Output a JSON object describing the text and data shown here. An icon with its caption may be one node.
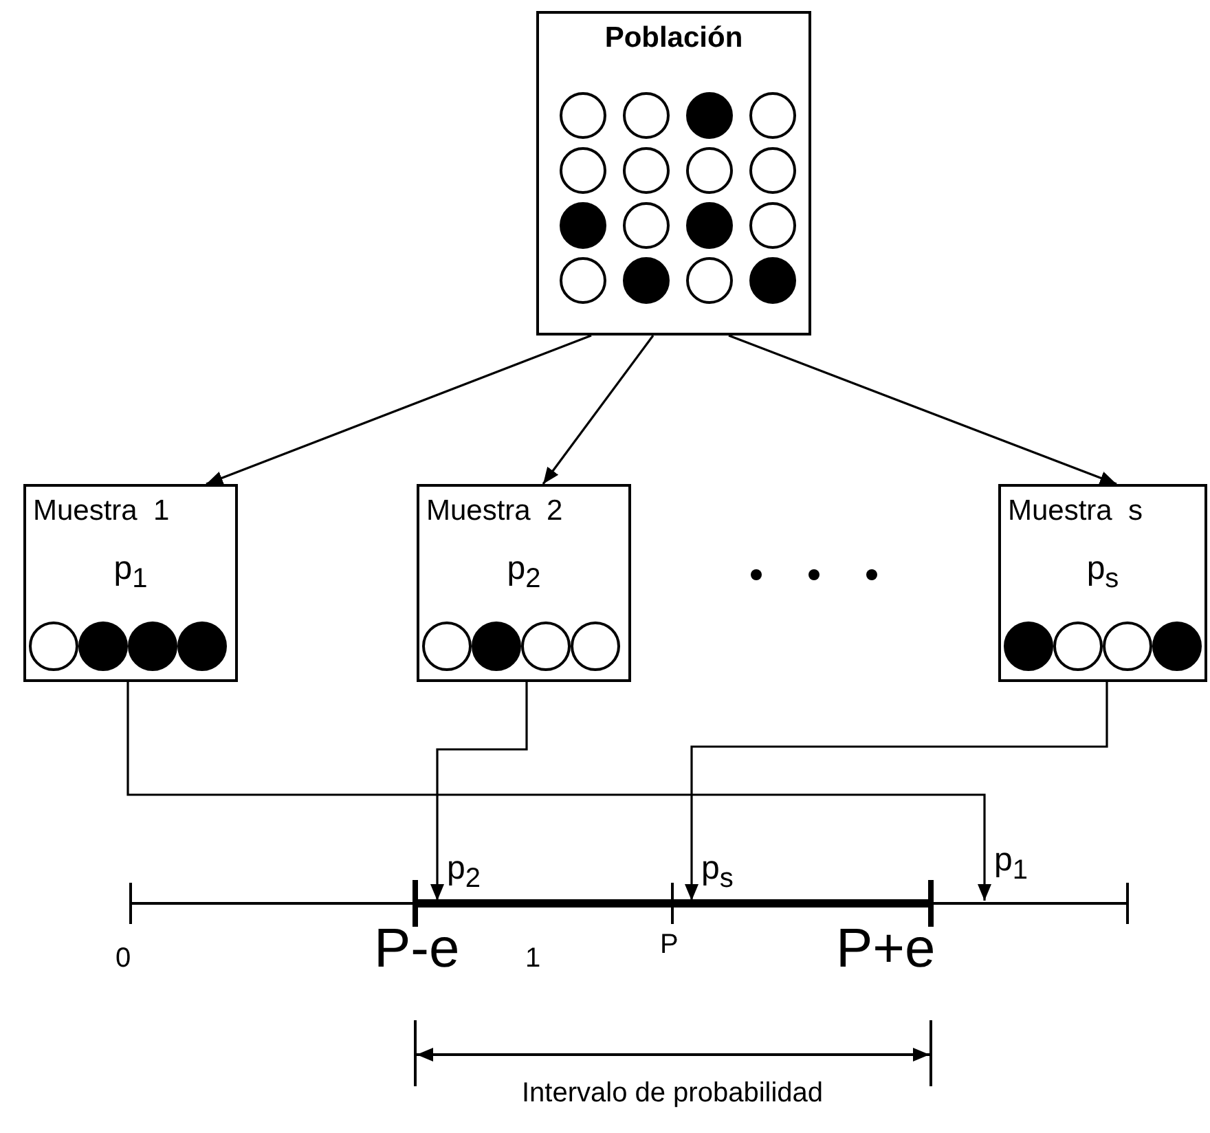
{
  "diagram": {
    "nodes": [
      {
        "text": [
          "Población"
        ]
      },
      {
        "text": [
          "Muestra  1",
          "p$_{1}$"
        ]
      },
      {
        "text": [
          "Muestra  2",
          "p$_{2}$"
        ]
      },
      {
        "text": [
          "Muestra  s",
          "p$_{s}$"
        ]
      },
      {
        "text": [
          "p$_{2}$"
        ]
      },
      {
        "text": [
          "p$_{s}$"
        ]
      },
      {
        "text": [
          "p$_{1}$"
        ]
      }
    ],
    "edges": [
      {
        "from": 0,
        "to": 1,
        "arrow": "to"
      },
      {
        "from": 0,
        "to": 2,
        "arrow": "to"
      },
      {
        "from": 0,
        "to": 3,
        "arrow": "to"
      },
      {
        "from": 1,
        "to": 6,
        "arrow": "to"
      },
      {
        "from": 2,
        "to": 4,
        "arrow": "to"
      },
      {
        "from": 3,
        "to": 5,
        "arrow": "to"
      }
    ],
    "labels": [
      "0",
      "P-e",
      "1",
      "P",
      "P+e",
      "Intervalo de probabilidad"
    ]
  }
}
